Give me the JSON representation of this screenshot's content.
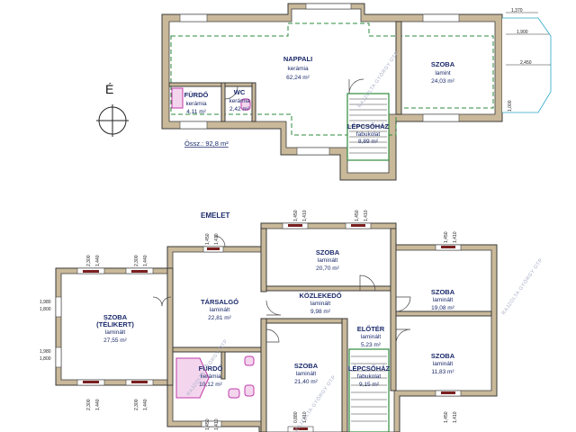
{
  "north_label": "É",
  "ground_floor": {
    "total": "Össz.: 92,8 m²",
    "rooms": {
      "nappali": {
        "name": "NAPPALI",
        "material": "kerámia",
        "area": "62,24 m²"
      },
      "szoba": {
        "name": "SZOBA",
        "material": "lamint",
        "area": "24,03 m²"
      },
      "furdo": {
        "name": "FÜRDŐ",
        "material": "kerámia",
        "area": "4,11 m²"
      },
      "wc": {
        "name": "WC",
        "material": "kerámia",
        "area": "2,42 m²"
      },
      "lepcsohaz": {
        "name": "LÉPCSŐHÁZ",
        "material": "fabukolat",
        "area": "8,89 m²"
      }
    },
    "dims": [
      "1,370",
      "1,900",
      "2,450",
      "1,000"
    ]
  },
  "upper_floor": {
    "label": "EMELET",
    "rooms": {
      "szoba_top": {
        "name": "SZOBA",
        "material": "laminált",
        "area": "20,70 m²"
      },
      "szoba_right_top": {
        "name": "SZOBA",
        "material": "laminált",
        "area": "19,08 m²"
      },
      "szoba_telikert": {
        "name": "SZOBA",
        "sub": "(TÉLIKERT)",
        "material": "laminált",
        "area": "27,55 m²"
      },
      "tarsalgo": {
        "name": "TÁRSALGÓ",
        "material": "laminált",
        "area": "22,81 m²"
      },
      "kozlekedo": {
        "name": "KÖZLEKEDŐ",
        "material": "laminált",
        "area": "9,98 m²"
      },
      "eloter": {
        "name": "ELŐTÉR",
        "material": "laminált",
        "area": "5,23 m²"
      },
      "szoba_mid": {
        "name": "SZOBA",
        "material": "laminált",
        "area": "21,40 m²"
      },
      "lepcsohaz": {
        "name": "LÉPCSŐHÁZ",
        "material": "fabukolat",
        "area": "9,15 m²"
      },
      "szoba_right_bottom": {
        "name": "SZOBA",
        "material": "laminált",
        "area": "11,83 m²"
      },
      "furdo": {
        "name": "FÜRDŐ",
        "material": "kerámia",
        "area": "10,12 m²"
      }
    },
    "dims": {
      "d1450": "1,450",
      "d1410": "1,410",
      "d2300": "2,300",
      "d1440": "1,440",
      "d1980": "1,980",
      "d1800": "1,800",
      "d0880": "0,880"
    }
  },
  "watermark": "RAJZOLTA GYÖRGY OTP"
}
